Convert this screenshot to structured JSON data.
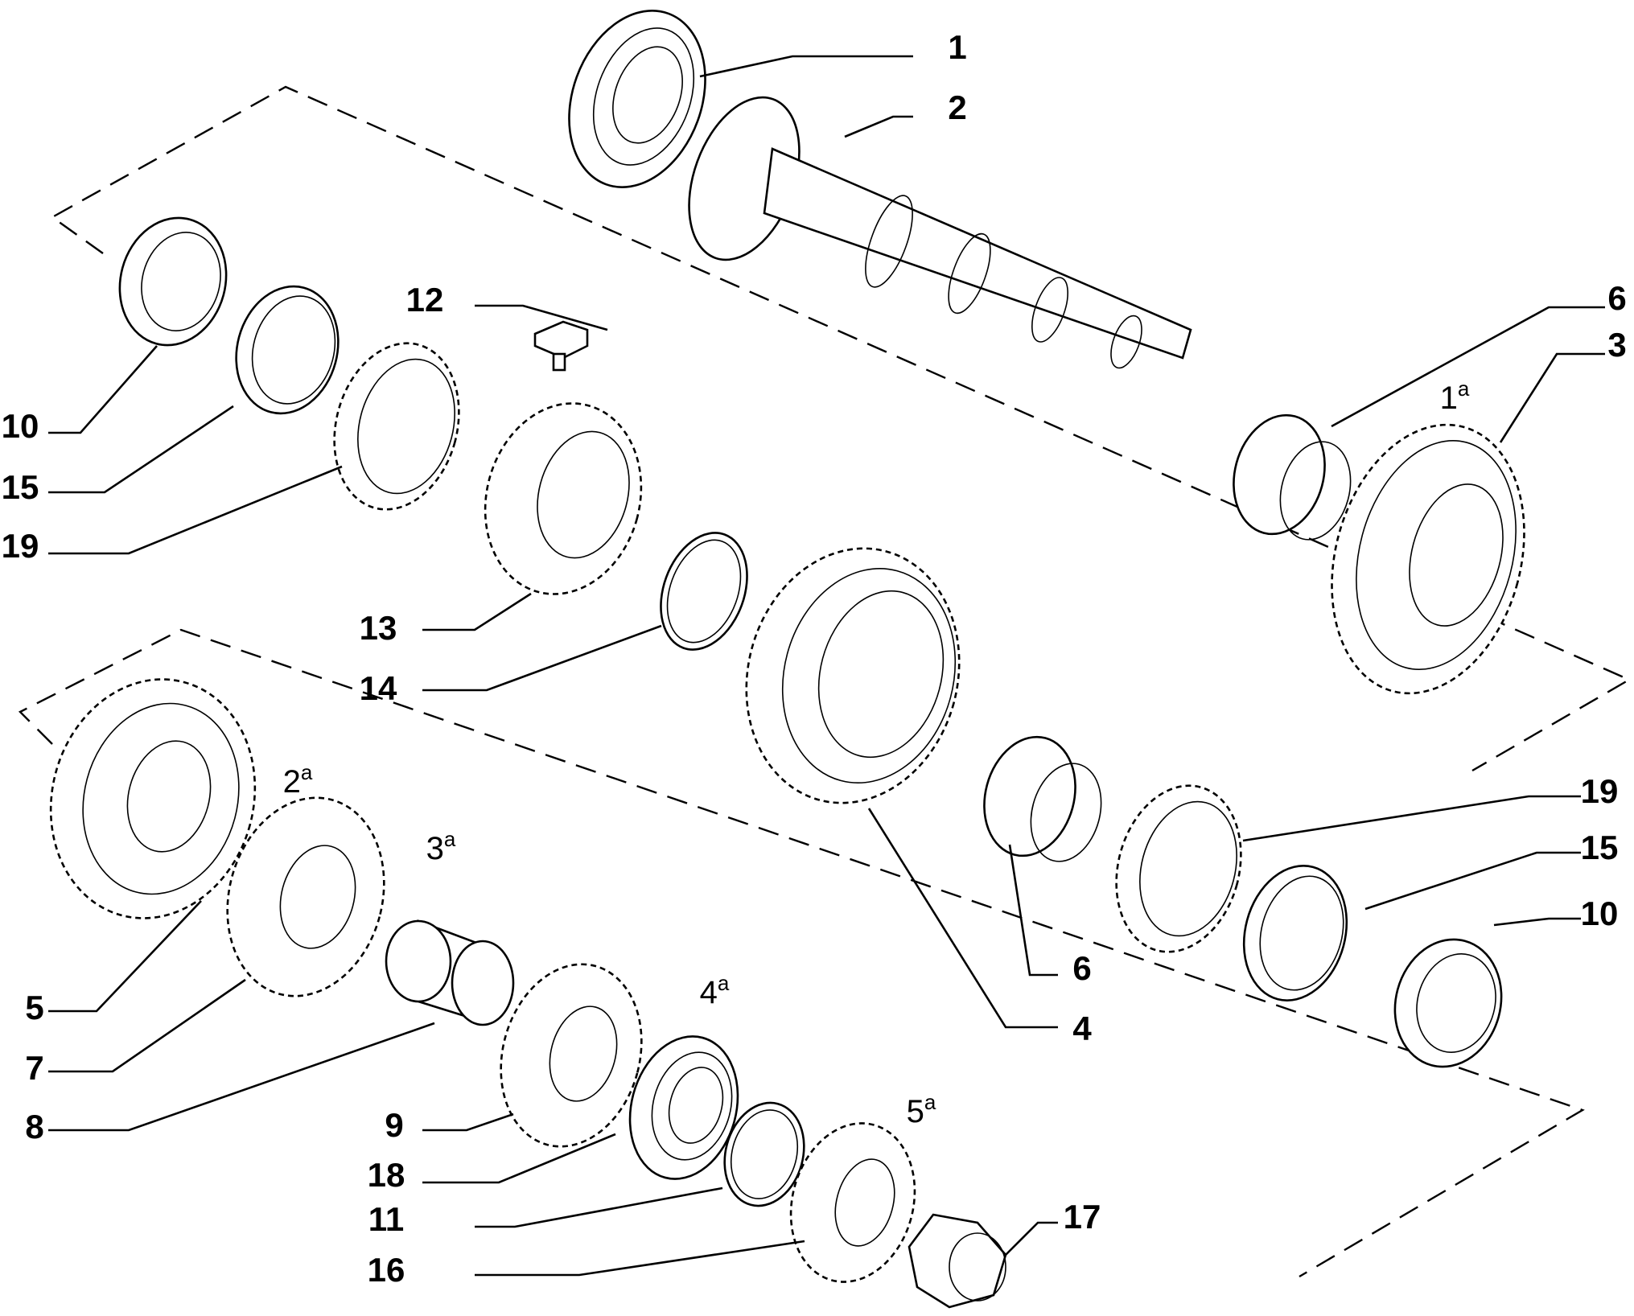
{
  "callouts": [
    {
      "id": "c1",
      "label": "1"
    },
    {
      "id": "c2",
      "label": "2"
    },
    {
      "id": "c3",
      "label": "3"
    },
    {
      "id": "c4",
      "label": "4"
    },
    {
      "id": "c5",
      "label": "5"
    },
    {
      "id": "c6a",
      "label": "6"
    },
    {
      "id": "c6b",
      "label": "6"
    },
    {
      "id": "c7",
      "label": "7"
    },
    {
      "id": "c8",
      "label": "8"
    },
    {
      "id": "c9",
      "label": "9"
    },
    {
      "id": "c10a",
      "label": "10"
    },
    {
      "id": "c10b",
      "label": "10"
    },
    {
      "id": "c11",
      "label": "11"
    },
    {
      "id": "c12",
      "label": "12"
    },
    {
      "id": "c13",
      "label": "13"
    },
    {
      "id": "c14",
      "label": "14"
    },
    {
      "id": "c15a",
      "label": "15"
    },
    {
      "id": "c15b",
      "label": "15"
    },
    {
      "id": "c16",
      "label": "16"
    },
    {
      "id": "c17",
      "label": "17"
    },
    {
      "id": "c18",
      "label": "18"
    },
    {
      "id": "c19a",
      "label": "19"
    },
    {
      "id": "c19b",
      "label": "19"
    }
  ],
  "gear_labels": [
    {
      "id": "g1",
      "num": "1",
      "sup": "a"
    },
    {
      "id": "g2",
      "num": "2",
      "sup": "a"
    },
    {
      "id": "g3",
      "num": "3",
      "sup": "a"
    },
    {
      "id": "g4",
      "num": "4",
      "sup": "a"
    },
    {
      "id": "g5",
      "num": "5",
      "sup": "a"
    }
  ]
}
